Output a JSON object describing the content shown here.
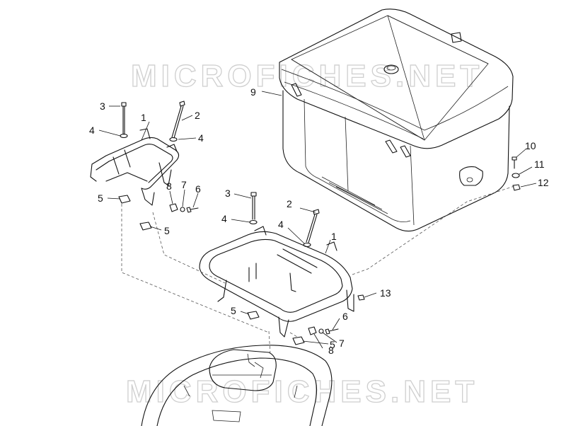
{
  "watermark_text": "MICROFICHES.NET",
  "callouts": {
    "c1a": "1",
    "c1b": "1",
    "c2a": "2",
    "c2b": "2",
    "c3a": "3",
    "c3b": "3",
    "c4a": "4",
    "c4b": "4",
    "c4c": "4",
    "c4d": "4",
    "c5a": "5",
    "c5b": "5",
    "c5c": "5",
    "c5d": "5",
    "c6a": "6",
    "c6b": "6",
    "c7a": "7",
    "c7b": "7",
    "c8a": "8",
    "c8b": "8",
    "c9": "9",
    "c10": "10",
    "c11": "11",
    "c12": "12",
    "c13": "13"
  }
}
